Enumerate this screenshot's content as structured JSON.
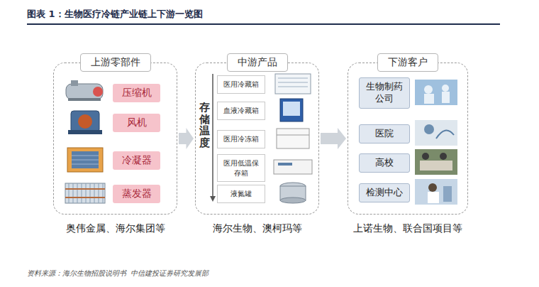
{
  "diagram": {
    "title": "图表 1：生物医疗冷链产业链上下游一览图",
    "caption": "资料来源：海尔生物招股说明书  中信建投证券研究发展部",
    "nodes": [
      {
        "text": [
          "上游零部件",
          "奥伟金属、海尔集团等"
        ]
      },
      {
        "text": [
          "压缩机"
        ],
        "in": 0
      },
      {
        "text": [
          "风机"
        ],
        "in": 0
      },
      {
        "text": [
          "冷凝器"
        ],
        "in": 0
      },
      {
        "text": [
          "蒸发器"
        ],
        "in": 0
      },
      {
        "text": [
          "中游产品",
          "海尔生物、澳柯玛等"
        ]
      },
      {
        "text": [
          "医用冷藏箱"
        ],
        "in": 5
      },
      {
        "text": [
          "血液冷藏箱"
        ],
        "in": 5
      },
      {
        "text": [
          "医用冷冻箱"
        ],
        "in": 5
      },
      {
        "text": [
          "医用低温保存箱"
        ],
        "in": 5
      },
      {
        "text": [
          "液氮罐"
        ],
        "in": 5
      },
      {
        "text": [
          "下游客户",
          "上诺生物、联合国项目等"
        ]
      },
      {
        "text": [
          "生物制药公司"
        ],
        "in": 11
      },
      {
        "text": [
          "医院"
        ],
        "in": 11
      },
      {
        "text": [
          "高校"
        ],
        "in": 11
      },
      {
        "text": [
          "检测中心"
        ],
        "in": 11
      }
    ],
    "edges": [
      {
        "from": 0,
        "to": 5,
        "arrow": "to"
      },
      {
        "from": 5,
        "to": 11,
        "arrow": "to"
      }
    ],
    "labels": [
      "存储温度"
    ]
  }
}
